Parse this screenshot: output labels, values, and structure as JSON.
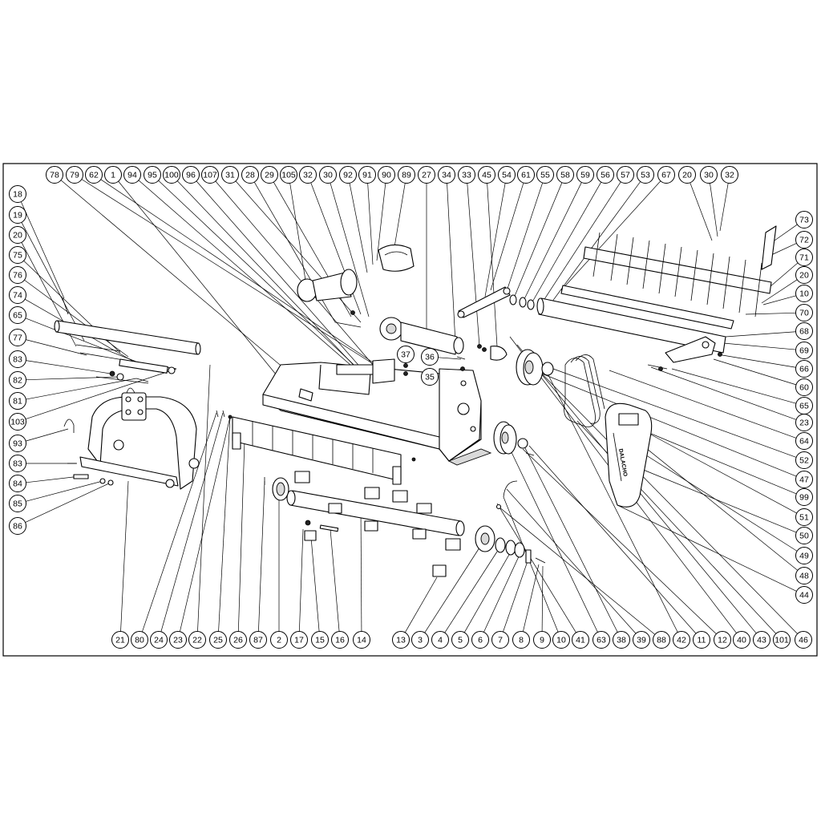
{
  "diagram": {
    "top_callouts": [
      "78",
      "79",
      "62",
      "1",
      "94",
      "95",
      "100",
      "96",
      "107",
      "31",
      "28",
      "29",
      "105",
      "32",
      "30",
      "92",
      "91",
      "90",
      "89",
      "27",
      "34",
      "33",
      "45",
      "54",
      "61",
      "55",
      "58",
      "59",
      "56",
      "57",
      "53",
      "67",
      "20",
      "30",
      "32"
    ],
    "left_callouts": [
      "18",
      "19",
      "20",
      "75",
      "76",
      "74",
      "65",
      "77",
      "83",
      "82",
      "81",
      "103",
      "93",
      "83",
      "84",
      "85",
      "86"
    ],
    "right_callouts": [
      "73",
      "72",
      "71",
      "20",
      "10",
      "70",
      "68",
      "69",
      "66",
      "60",
      "65",
      "23",
      "64",
      "52",
      "47",
      "99",
      "51",
      "50",
      "49",
      "48",
      "44"
    ],
    "bottom_callouts": [
      "21",
      "80",
      "24",
      "23",
      "22",
      "25",
      "26",
      "87",
      "2",
      "17",
      "15",
      "16",
      "14",
      "13",
      "3",
      "4",
      "5",
      "6",
      "7",
      "8",
      "9",
      "10",
      "41",
      "63",
      "38",
      "39",
      "88",
      "42",
      "11",
      "12",
      "40",
      "43",
      "101",
      "46"
    ],
    "inner_callouts": [
      "37",
      "36",
      "35"
    ],
    "cover_brand": "DALACHO"
  }
}
